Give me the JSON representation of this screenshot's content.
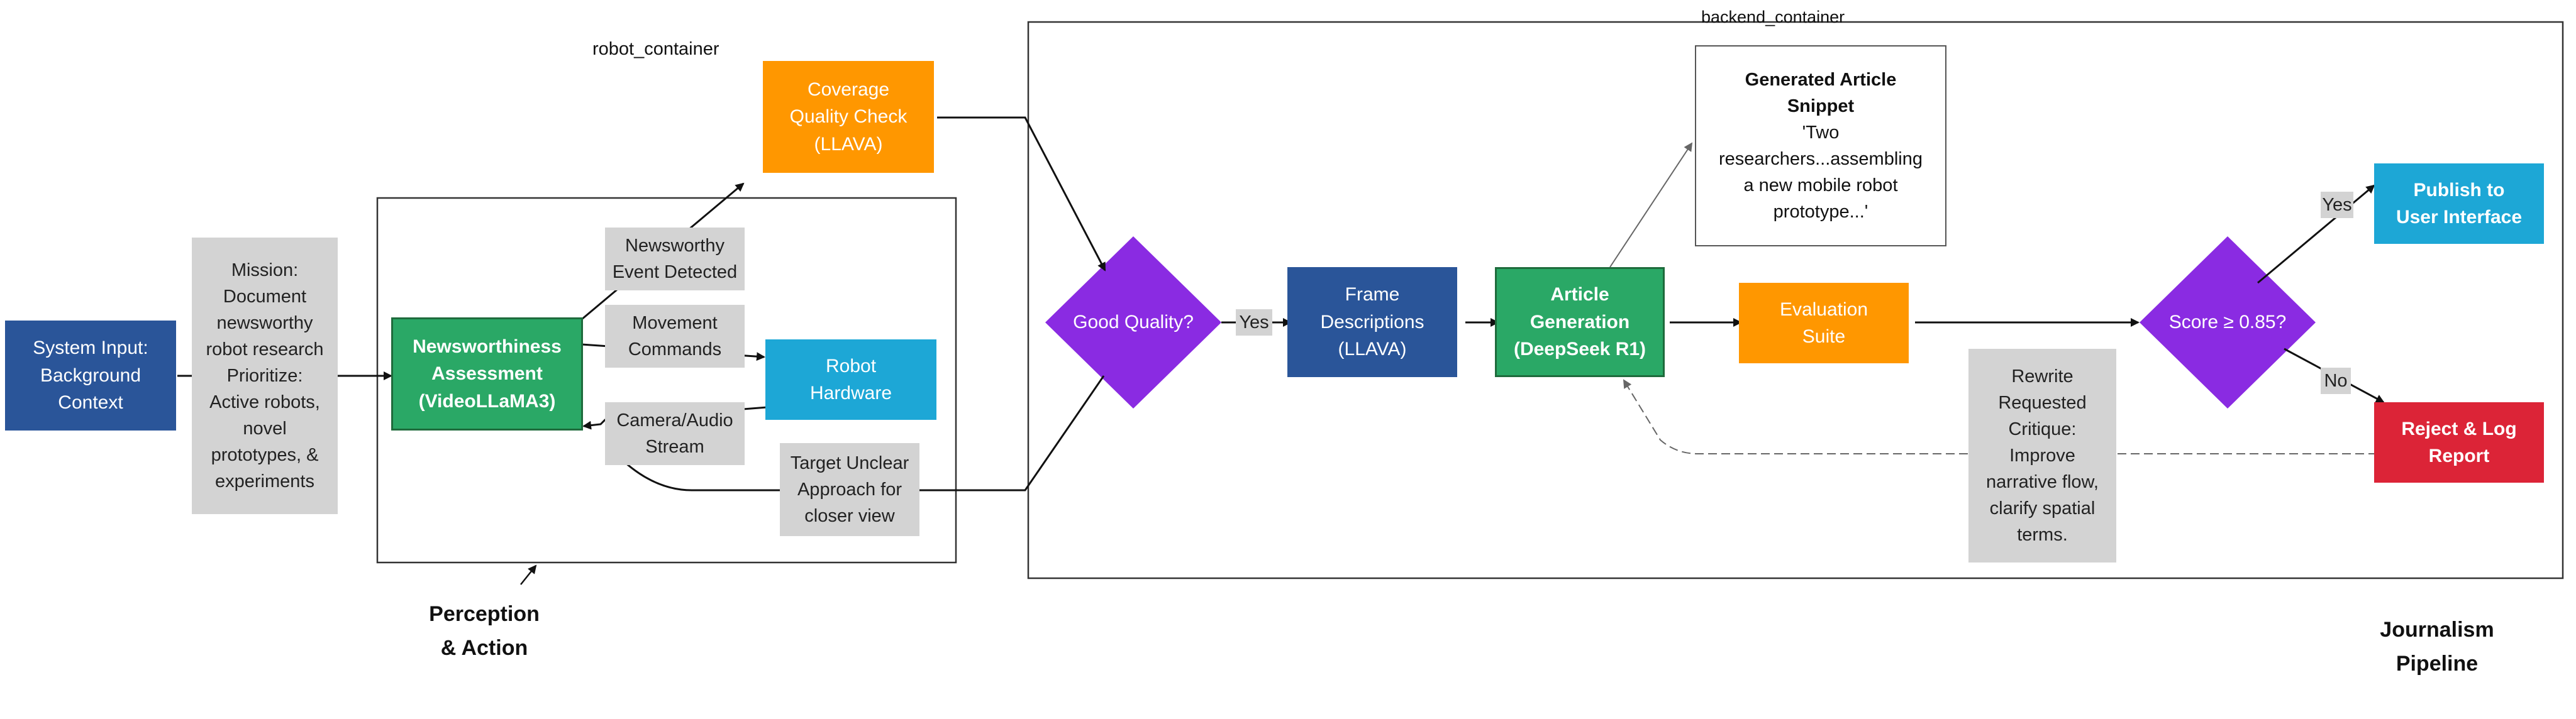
{
  "containers": {
    "robot_label": "robot_container",
    "backend_label": "backend_container",
    "perception_title": "Perception\n& Action",
    "journalism_title": "Journalism\nPipeline"
  },
  "nodes": {
    "system_input": "System Input:\nBackground\nContext",
    "mission": "Mission:\nDocument\nnewsworthy\nrobot research\nPrioritize:\nActive robots,\nnovel\nprototypes, &\nexperiments",
    "newsworthiness": "Newsworthiness\nAssessment\n(VideoLLaMA3)",
    "coverage_check": "Coverage\nQuality Check\n(LLAVA)",
    "robot_hardware": "Robot\nHardware",
    "good_quality": "Good Quality?",
    "frame_descriptions": "Frame\nDescriptions\n(LLAVA)",
    "article_generation": "Article\nGeneration\n(DeepSeek R1)",
    "evaluation_suite": "Evaluation\nSuite",
    "score_check": "Score ≥ 0.85?",
    "publish": "Publish to\nUser Interface",
    "reject": "Reject & Log\nReport",
    "snippet_title": "Generated Article\nSnippet",
    "snippet_text": "'Two\nresearchers...assembling\na new mobile robot\nprototype...'"
  },
  "edge_labels": {
    "event_detected": "Newsworthy\nEvent Detected",
    "movement_commands": "Movement\nCommands",
    "camera_audio": "Camera/Audio\nStream",
    "target_unclear": "Target Unclear\nApproach for\ncloser view",
    "yes_quality": "Yes",
    "yes_score": "Yes",
    "no_score": "No",
    "rewrite": "Rewrite\nRequested\nCritique:\nImprove\nnarrative flow,\nclarify spatial\nterms."
  },
  "colors": {
    "blue": "#2a5599",
    "cyan": "#1da7d6",
    "orange": "#ff9700",
    "green": "#2aa866",
    "purple": "#8a2be2",
    "red": "#dc2437",
    "grey": "#d3d3d3"
  }
}
